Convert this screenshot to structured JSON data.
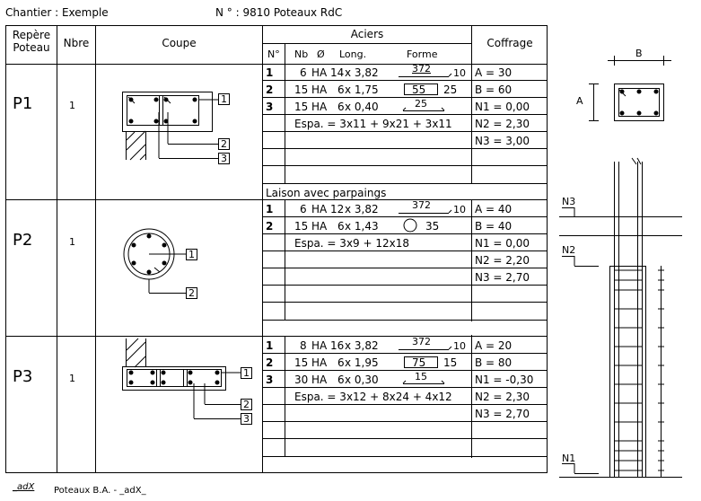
{
  "header": {
    "chantier": "Chantier : Exemple",
    "numero": "N ° : 9810   Poteaux RdC"
  },
  "table_headers": {
    "repere_line1": "Repère",
    "repere_line2": "Poteau",
    "nbre": "Nbre",
    "coupe": "Coupe",
    "aciers": "Aciers",
    "coffrage": "Coffrage",
    "sub_no": "N°",
    "sub_nb": "Nb",
    "sub_diam": "Ø",
    "sub_long": "Long.",
    "sub_forme": "Forme"
  },
  "poteaux": [
    {
      "repere": "P1",
      "nbre": "1",
      "aciers": [
        {
          "no": "1",
          "nb": "6",
          "type": "HA",
          "diam": "14",
          "long": "x 3,82",
          "forme_top": "372",
          "forme_end": "10"
        },
        {
          "no": "2",
          "nb": "15",
          "type": "HA",
          "diam": "6",
          "long": "x 1,75",
          "forme_box": "55",
          "forme_end": "25"
        },
        {
          "no": "3",
          "nb": "15",
          "type": "HA",
          "diam": "6",
          "long": "x 0,40",
          "forme_top": "25"
        }
      ],
      "espa": "Espa. = 3x11 + 9x21 + 3x11",
      "coffrage": [
        "A = 30",
        "B = 60",
        "N1 = 0,00",
        "N2 = 2,30",
        "N3 = 3,00"
      ],
      "note": "Laison avec parpaings"
    },
    {
      "repere": "P2",
      "nbre": "1",
      "aciers": [
        {
          "no": "1",
          "nb": "6",
          "type": "HA",
          "diam": "12",
          "long": "x 3,82",
          "forme_top": "372",
          "forme_end": "10"
        },
        {
          "no": "2",
          "nb": "15",
          "type": "HA",
          "diam": "6",
          "long": "x 1,43",
          "forme_end": "35"
        }
      ],
      "espa": "Espa. = 3x9 + 12x18",
      "coffrage": [
        "A = 40",
        "B = 40",
        "N1 = 0,00",
        "N2 = 2,20",
        "N3 = 2,70"
      ]
    },
    {
      "repere": "P3",
      "nbre": "1",
      "aciers": [
        {
          "no": "1",
          "nb": "8",
          "type": "HA",
          "diam": "16",
          "long": "x 3,82",
          "forme_top": "372",
          "forme_end": "10"
        },
        {
          "no": "2",
          "nb": "15",
          "type": "HA",
          "diam": "6",
          "long": "x 1,95",
          "forme_box": "75",
          "forme_end": "15"
        },
        {
          "no": "3",
          "nb": "30",
          "type": "HA",
          "diam": "6",
          "long": "x 0,30",
          "forme_top": "15"
        }
      ],
      "espa": "Espa. = 3x12 + 8x24 + 4x12",
      "coffrage": [
        "A = 20",
        "B = 80",
        "N1 = -0,30",
        "N2 = 2,30",
        "N3 = 2,70"
      ]
    }
  ],
  "callouts": [
    "1",
    "2",
    "3"
  ],
  "elevation": {
    "label_a": "A",
    "label_b": "B",
    "n1": "N1",
    "n2": "N2",
    "n3": "N3"
  },
  "footer": {
    "logo_text": "_adX",
    "caption": "Poteaux B.A. - _adX_"
  }
}
